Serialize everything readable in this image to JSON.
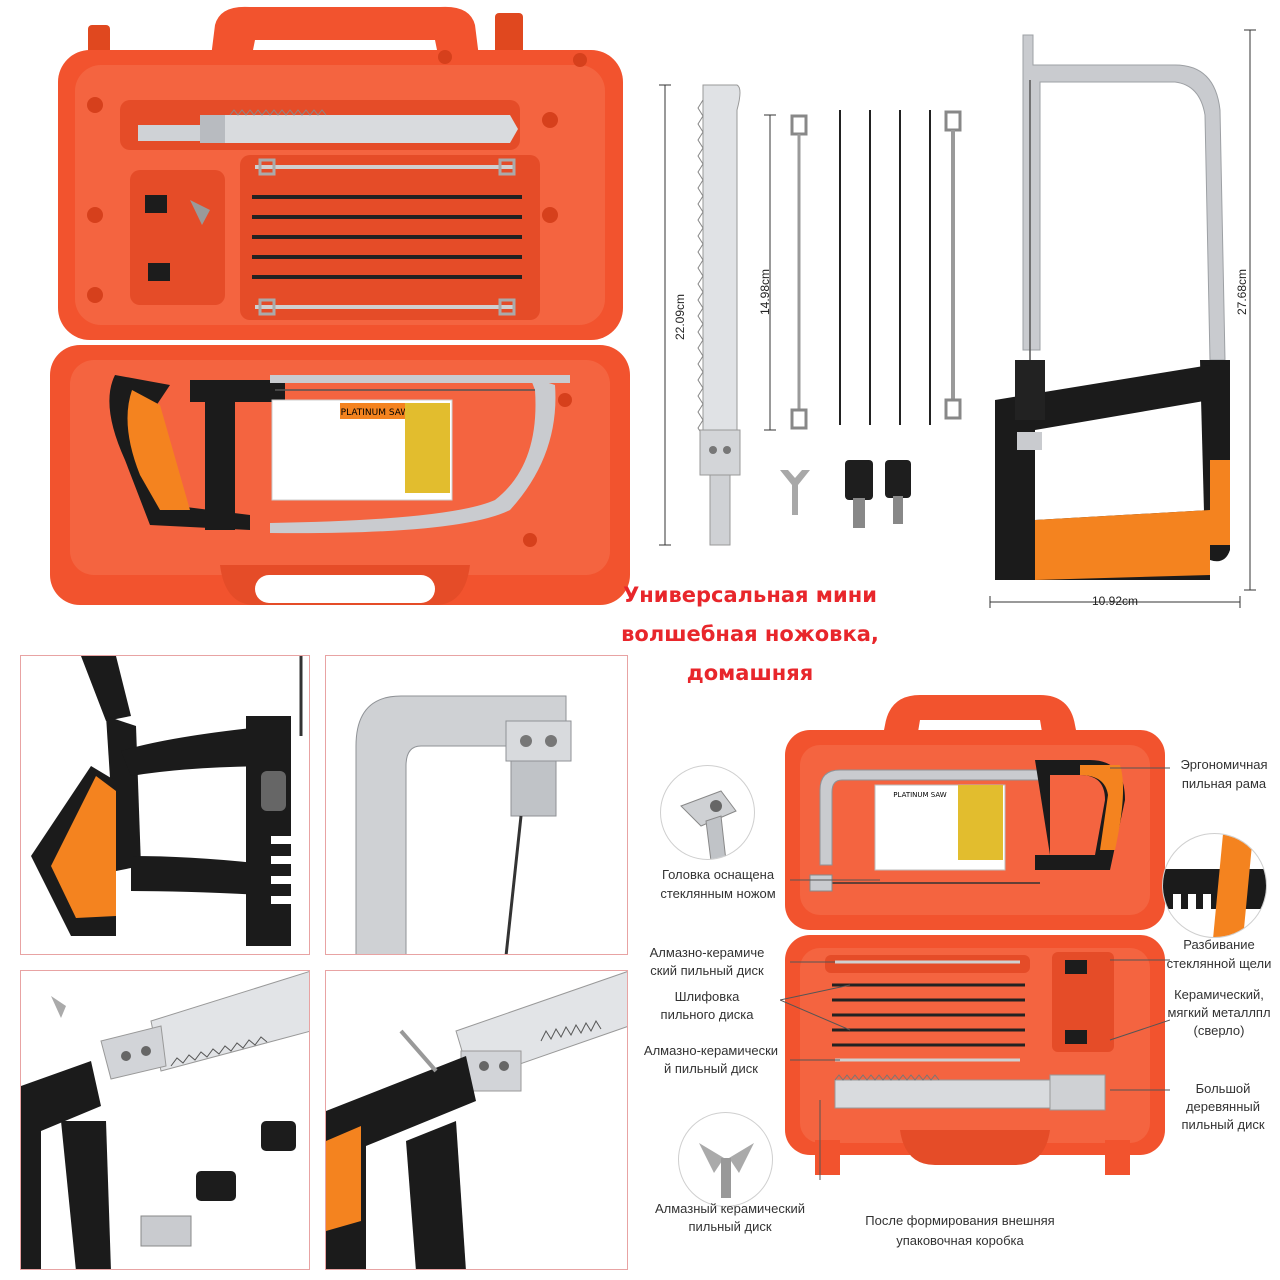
{
  "headline": {
    "line1": "Универсальная мини",
    "line2": "волшебная ножовка,",
    "line3": "домашняя"
  },
  "dimensions": {
    "blade_length": "22.09cm",
    "wire_length": "14.98cm",
    "frame_height": "27.68cm",
    "frame_width": "10.92cm"
  },
  "product_labels": {
    "case_print": "PLATINUM SAW",
    "case_side": "PLATINUM SAW"
  },
  "callouts": {
    "ergonomic_frame_1": "Эргономичная",
    "ergonomic_frame_2": "пильная рама",
    "glass_knife_1": "Головка оснащена",
    "glass_knife_2": "стеклянным ножом",
    "glass_break_1": "Разбивание",
    "glass_break_2": "стеклянной щели",
    "diamond_disc_1": "Алмазно-керамиче",
    "diamond_disc_2": "ский пильный диск",
    "grinding_1": "Шлифовка",
    "grinding_2": "пильного диска",
    "diamond_disc_b_1": "Алмазно-керамически",
    "diamond_disc_b_2": "й пильный диск",
    "ceramic_1": "Керамический,",
    "ceramic_2": "мягкий металлпл",
    "ceramic_3": "(сверло)",
    "wood_1": "Большой",
    "wood_2": "деревянный",
    "wood_3": "пильный диск",
    "diamond_ceramic_1": "Алмазный керамический",
    "diamond_ceramic_2": "пильный диск",
    "box_1": "После формирования внешняя",
    "box_2": "упаковочная коробка"
  },
  "colors": {
    "case_orange": "#f2532e",
    "case_dark": "#d9411e",
    "handle_orange": "#f4831f",
    "frame_black": "#1b1b1b",
    "steel": "#c9cbcf",
    "title_red": "#e8262b",
    "panel_border": "#e8a3a3"
  }
}
